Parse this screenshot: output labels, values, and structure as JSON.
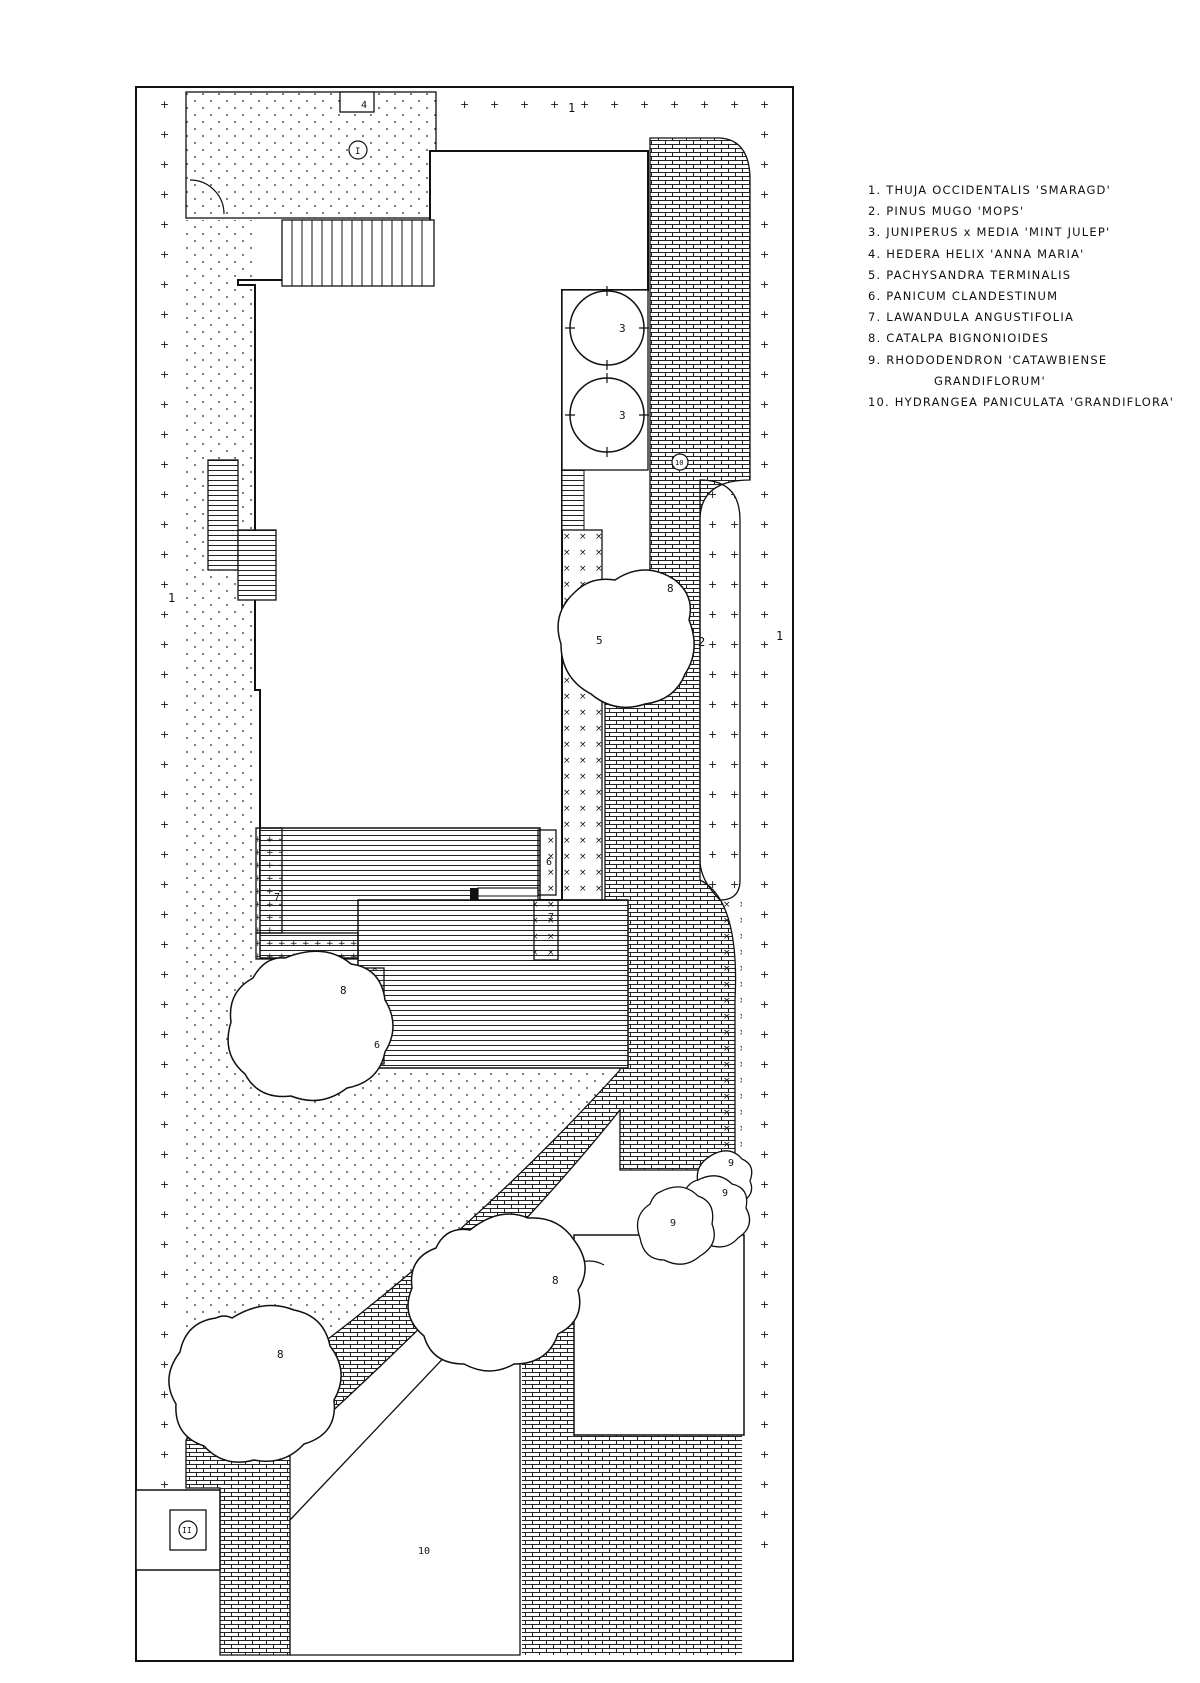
{
  "legend": {
    "items": [
      "1. THUJA OCCIDENTALIS 'SMARAGD'",
      "2. PINUS MUGO 'MOPS'",
      "3. JUNIPERUS x MEDIA 'MINT JULEP'",
      "4. HEDERA HELIX 'ANNA MARIA'",
      "5. PACHYSANDRA TERMINALIS",
      "6. PANICUM CLANDESTINUM",
      "7. LAWANDULA ANGUSTIFOLIA",
      "8. CATALPA BIGNONIOIDES",
      "9. RHODODENDRON 'CATAWBIENSE",
      "GRANDIFLORUM'",
      "10. HYDRANGEA PANICULATA 'GRANDIFLORA'"
    ]
  },
  "plan": {
    "labels": {
      "hedge_left": "1",
      "hedge_top": "1",
      "hedge_right": "1",
      "pines": "2",
      "juniper_a": "3",
      "juniper_b": "3",
      "ivy_box": "4",
      "pachysandra": "5",
      "panicum_a": "6",
      "panicum_b": "6",
      "lavender_a": "7",
      "lavender_b": "7",
      "catalpa_a": "8",
      "catalpa_b": "8",
      "catalpa_c": "8",
      "catalpa_d": "8",
      "rhodo_a": "9",
      "rhodo_b": "9",
      "rhodo_c": "9",
      "hydrangea": "10",
      "circle_top": "I",
      "circle_small": "10",
      "circle_bottom": "II"
    }
  }
}
